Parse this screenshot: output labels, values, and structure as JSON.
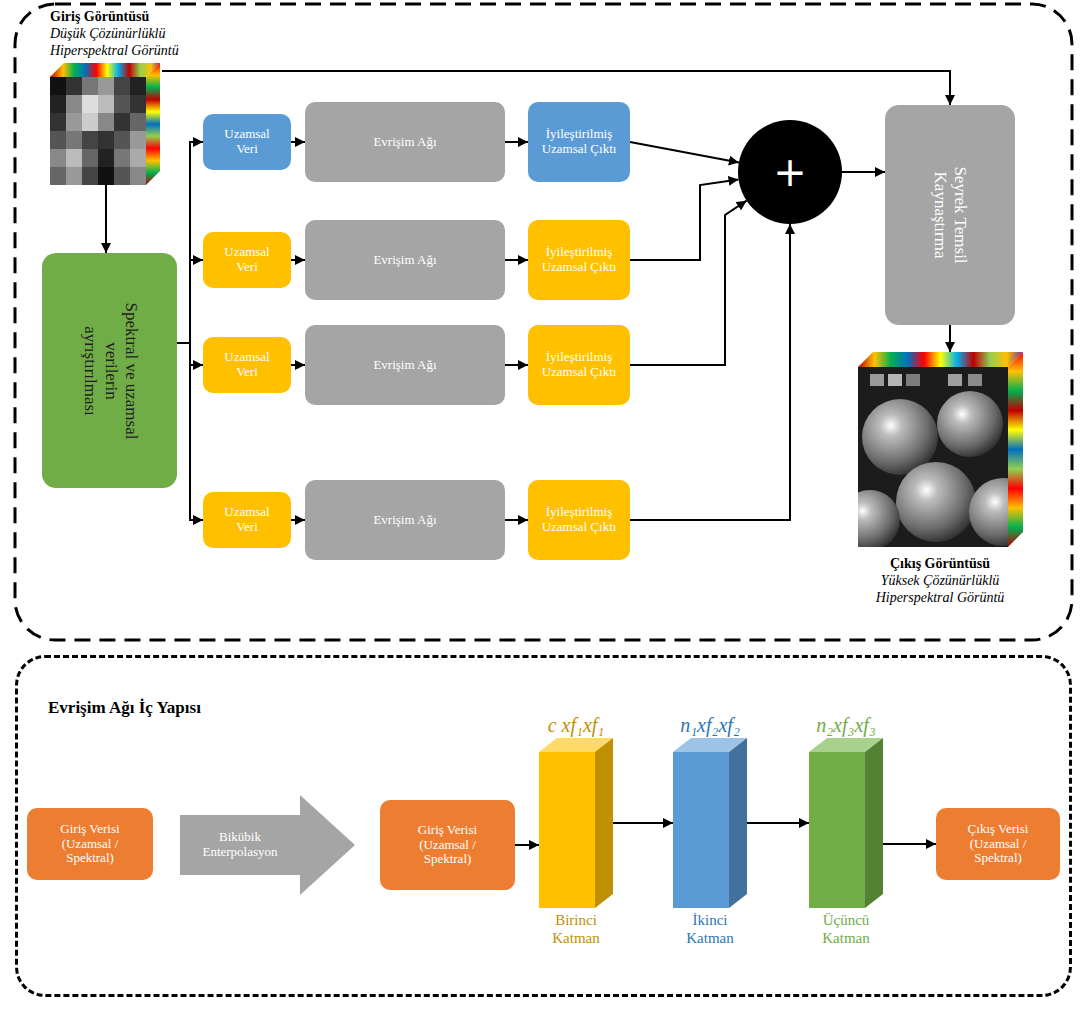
{
  "diagram": {
    "nodes": [
      {
        "text": [
          "Giriş Görüntüsü",
          "Düşük Çözünürlüklü Hiperspektral Görüntü"
        ]
      },
      {
        "text": [
          "Spektral ve uzamsal verilerin ayrıştırılması"
        ]
      },
      {
        "text": [
          "Uzamsal Veri"
        ]
      },
      {
        "text": [
          "Evrişim Ağı"
        ]
      },
      {
        "text": [
          "İyileştirilmiş Uzamsal Çıktı"
        ]
      },
      {
        "text": [
          "Uzamsal Veri"
        ]
      },
      {
        "text": [
          "Evrişim Ağı"
        ]
      },
      {
        "text": [
          "İyileştirilmiş Uzamsal Çıktı"
        ]
      },
      {
        "text": [
          "Uzamsal Veri"
        ]
      },
      {
        "text": [
          "Evrişim Ağı"
        ]
      },
      {
        "text": [
          "İyileştirilmiş Uzamsal Çıktı"
        ]
      },
      {
        "text": [
          "Uzamsal Veri"
        ]
      },
      {
        "text": [
          "Evrişim Ağı"
        ]
      },
      {
        "text": [
          "İyileştirilmiş Uzamsal Çıktı"
        ]
      },
      {
        "text": [
          "+"
        ]
      },
      {
        "text": [
          "Seyrek Temsil Kaynaştırma"
        ]
      },
      {
        "text": [
          "Çıkış Görüntüsü",
          "Yüksek Çözünürlüklü Hiperspektral Görüntü"
        ]
      },
      {
        "text": [
          "Evrişim Ağı İç Yapısı"
        ]
      },
      {
        "text": [
          "Giriş Verisi (Uzamsal / Spektral)"
        ],
        "in": 17
      },
      {
        "text": [
          "Bikübik Enterpolasyon"
        ],
        "in": 17
      },
      {
        "text": [
          "Giriş Verisi (Uzamsal / Spektral)"
        ],
        "in": 17
      },
      {
        "text": [
          "c xf₁xf₁",
          "Birinci Katman"
        ],
        "in": 17
      },
      {
        "text": [
          "n₁xf₂xf₂",
          "İkinci Katman"
        ],
        "in": 17
      },
      {
        "text": [
          "n₂xf₃xf₃",
          "Üçüncü Katman"
        ],
        "in": 17
      },
      {
        "text": [
          "Çıkış Verisi (Uzamsal / Spektral)"
        ],
        "in": 17
      }
    ],
    "edges": [
      {
        "from": 0,
        "to": 1,
        "arrow": "to"
      },
      {
        "from": 0,
        "to": 15,
        "arrow": "to"
      },
      {
        "from": 1,
        "to": 2,
        "arrow": "to"
      },
      {
        "from": 1,
        "to": 5,
        "arrow": "to"
      },
      {
        "from": 1,
        "to": 8,
        "arrow": "to"
      },
      {
        "from": 1,
        "to": 11,
        "arrow": "to"
      },
      {
        "from": 2,
        "to": 3,
        "arrow": "to"
      },
      {
        "from": 3,
        "to": 4,
        "arrow": "to"
      },
      {
        "from": 5,
        "to": 6,
        "arrow": "to"
      },
      {
        "from": 6,
        "to": 7,
        "arrow": "to"
      },
      {
        "from": 8,
        "to": 9,
        "arrow": "to"
      },
      {
        "from": 9,
        "to": 10,
        "arrow": "to"
      },
      {
        "from": 11,
        "to": 12,
        "arrow": "to"
      },
      {
        "from": 12,
        "to": 13,
        "arrow": "to"
      },
      {
        "from": 4,
        "to": 14,
        "arrow": "to"
      },
      {
        "from": 7,
        "to": 14,
        "arrow": "to"
      },
      {
        "from": 10,
        "to": 14,
        "arrow": "to"
      },
      {
        "from": 13,
        "to": 14,
        "arrow": "to"
      },
      {
        "from": 14,
        "to": 15,
        "arrow": "to"
      },
      {
        "from": 15,
        "to": 16,
        "arrow": "to"
      },
      {
        "from": 20,
        "to": 21,
        "arrow": "to"
      },
      {
        "from": 21,
        "to": 22,
        "arrow": "to"
      },
      {
        "from": 22,
        "to": 23,
        "arrow": "to"
      },
      {
        "from": 23,
        "to": 24,
        "arrow": "to"
      }
    ]
  }
}
